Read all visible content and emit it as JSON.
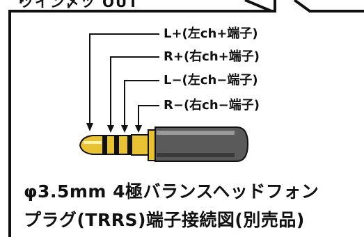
{
  "header": {
    "partial_label": "ツイン〆ツ OUT"
  },
  "pins": [
    {
      "label": "L+(左ch+端子)"
    },
    {
      "label": "R+(右ch+端子)"
    },
    {
      "label": "L−(左ch−端子)"
    },
    {
      "label": "R−(右ch−端子)"
    }
  ],
  "caption": {
    "line1": "φ3.5mm 4極バランスヘッドフォン",
    "line2": "プラグ(TRRS)端子接続図(別売品)"
  },
  "colors": {
    "gold": "#e8c232",
    "gold_dark": "#b38a12",
    "body_dark": "#555555",
    "line": "#111111"
  }
}
